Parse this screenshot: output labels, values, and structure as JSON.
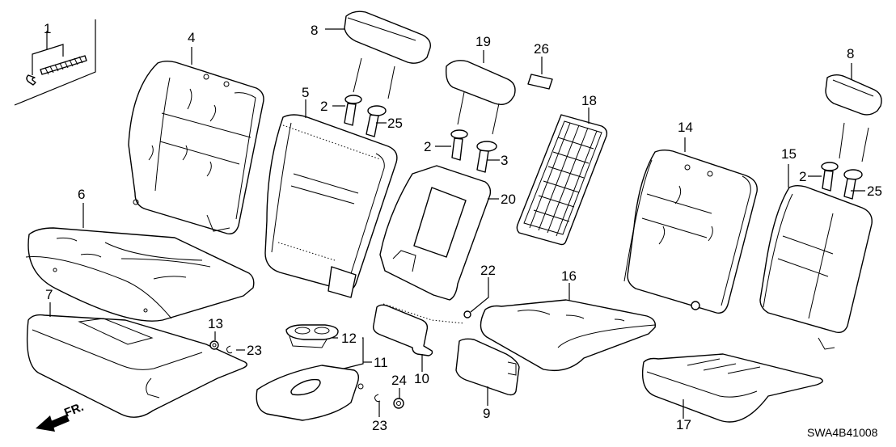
{
  "diagram": {
    "title": "Rear Seat Exploded Parts Diagram",
    "code": "SWA4B41008",
    "direction_label": "FR.",
    "callouts": {
      "c1": "1",
      "c2_left": "2",
      "c2_center": "2",
      "c2_right": "2",
      "c3": "3",
      "c4": "4",
      "c5": "5",
      "c6": "6",
      "c7": "7",
      "c8_left": "8",
      "c8_right": "8",
      "c9": "9",
      "c10": "10",
      "c11": "11",
      "c12": "12",
      "c13": "13",
      "c14": "14",
      "c15": "15",
      "c16": "16",
      "c17": "17",
      "c18": "18",
      "c19": "19",
      "c20": "20",
      "c22": "22",
      "c23_left": "23",
      "c23_center": "23",
      "c24": "24",
      "c25_left": "25",
      "c25_right": "25",
      "c26": "26"
    }
  }
}
